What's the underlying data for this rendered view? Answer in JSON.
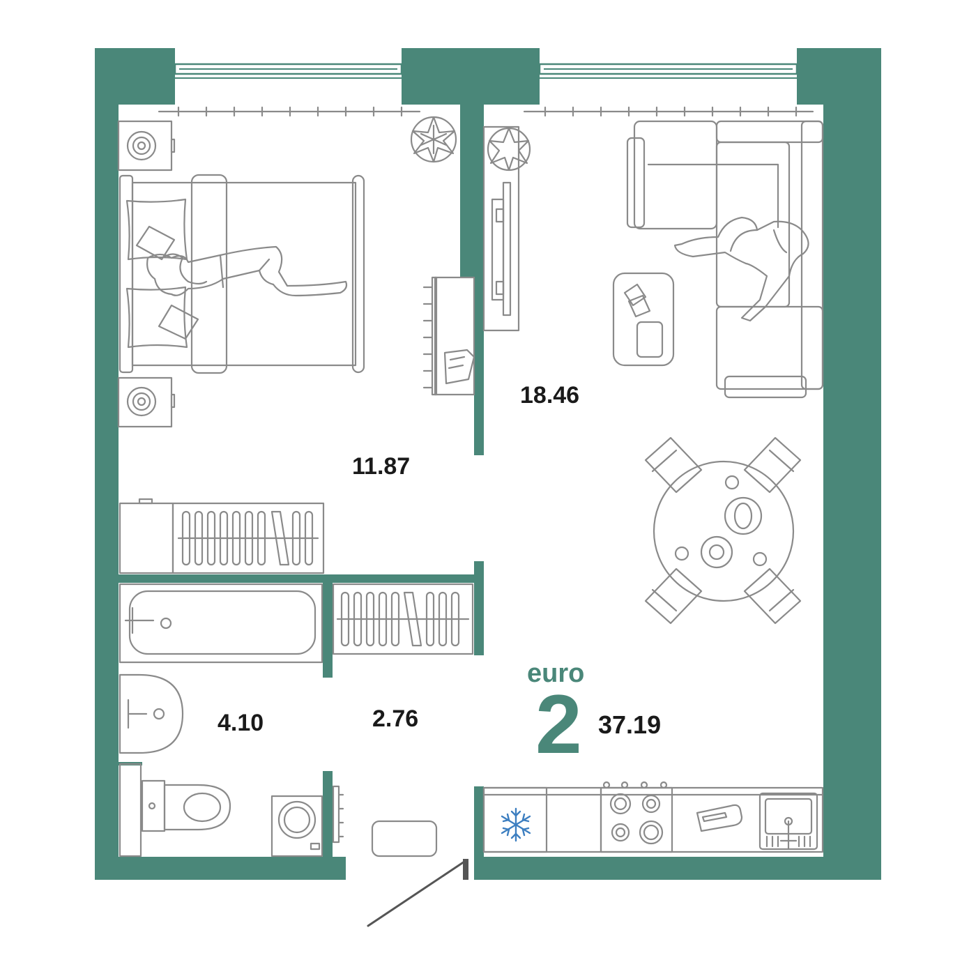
{
  "plan": {
    "rooms": [
      {
        "id": "bedroom",
        "area": "11.87"
      },
      {
        "id": "living-kitchen",
        "area": "18.46"
      },
      {
        "id": "bathroom",
        "area": "4.10"
      },
      {
        "id": "hallway",
        "area": "2.76"
      }
    ],
    "layout_type": "euro",
    "room_count": "2",
    "total_area": "37.19"
  },
  "colors": {
    "wall": "#4a8779",
    "furniture_line": "#8a8a8a",
    "freezer_icon": "#3c7ec0",
    "text": "#1a1a1a"
  },
  "icons": [
    "flower-plant-icon",
    "snowflake-icon",
    "stove-icon",
    "sink-icon",
    "cutting-board-icon"
  ]
}
